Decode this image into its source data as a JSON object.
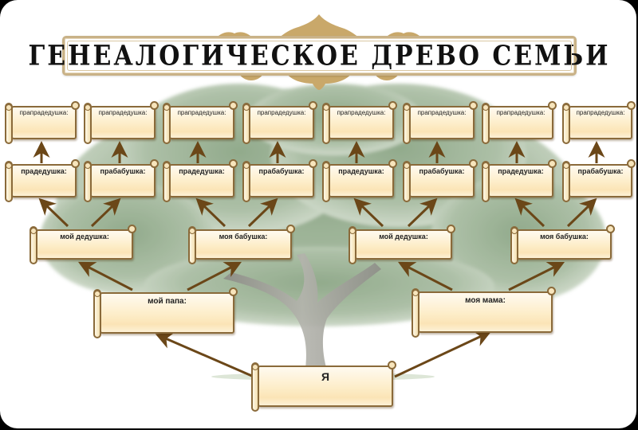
{
  "title": "ГЕНЕАЛОГИЧЕСКОЕ ДРЕВО СЕМЬИ",
  "colors": {
    "arrow": "#6b4718",
    "scroll_border": "#8a6a3a",
    "scroll_fill_top": "#fffaf0",
    "scroll_fill_mid": "#fbe4b6",
    "title_border": "#c9b287",
    "ornament": "#c9a86a",
    "tree_canopy": "#8fa98a",
    "tree_trunk": "#9a9a92"
  },
  "generations": {
    "great_great": [
      {
        "label": "прапрадедушка:"
      },
      {
        "label": "прапрадедушка:"
      },
      {
        "label": "прапрадедушка:"
      },
      {
        "label": "прапрадедушка:"
      },
      {
        "label": "прапрадедушка:"
      },
      {
        "label": "прапрадедушка:"
      },
      {
        "label": "прапрадедушка:"
      },
      {
        "label": "прапрадедушка:"
      }
    ],
    "great": [
      {
        "label": "прадедушка:"
      },
      {
        "label": "прабабушка:"
      },
      {
        "label": "прадедушка:"
      },
      {
        "label": "прабабушка:"
      },
      {
        "label": "прадедушка:"
      },
      {
        "label": "прабабушка:"
      },
      {
        "label": "прадедушка:"
      },
      {
        "label": "прабабушка:"
      }
    ],
    "grandparents": [
      {
        "label": "мой дедушка:"
      },
      {
        "label": "моя бабушка:"
      },
      {
        "label": "мой дедушка:"
      },
      {
        "label": "моя бабушка:"
      }
    ],
    "parents": [
      {
        "label": "мой папа:"
      },
      {
        "label": "моя мама:"
      }
    ],
    "self": {
      "label": "Я"
    }
  }
}
